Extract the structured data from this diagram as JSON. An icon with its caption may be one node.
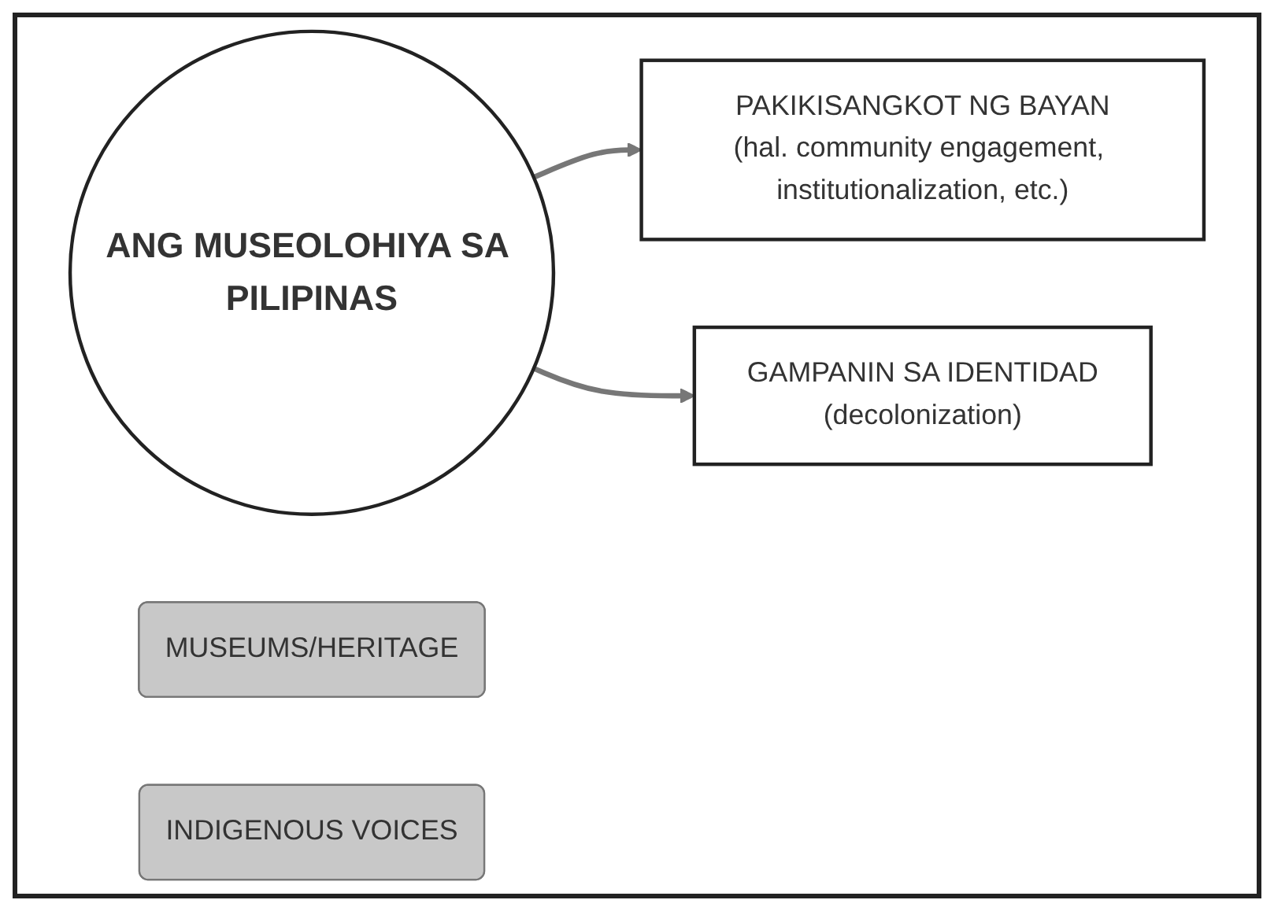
{
  "diagram": {
    "nodes": [
      {
        "text": [
          "ANG MUSEOLOHIYA SA PILIPINAS"
        ]
      },
      {
        "text": [
          "MUSEUMS/HERITAGE"
        ]
      },
      {
        "text": [
          "PAKIKISANGKOT NG BAYAN",
          "(hal. community engagement, institutionalization, etc.)"
        ]
      },
      {
        "text": [
          "INDIGENOUS VOICES"
        ]
      },
      {
        "text": [
          "GAMPANIN SA IDENTIDAD",
          "(decolonization)"
        ]
      }
    ],
    "edges": [
      {
        "from": 0,
        "to": 2,
        "arrow": "to"
      },
      {
        "from": 0,
        "to": 4,
        "arrow": "to"
      }
    ]
  }
}
